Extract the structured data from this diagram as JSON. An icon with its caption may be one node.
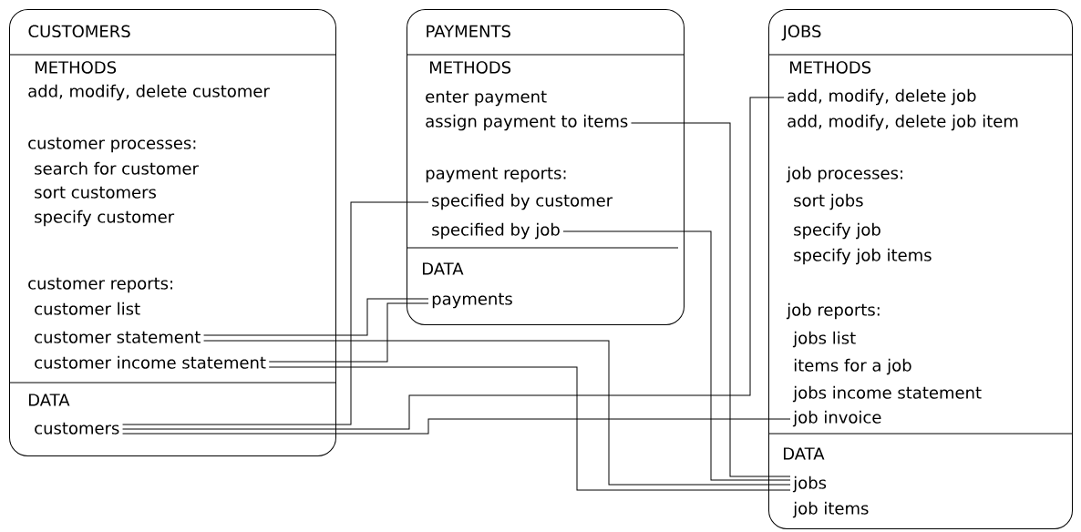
{
  "diagram": {
    "nodes": [
      {
        "text": [
          "CUSTOMERS"
        ]
      },
      {
        "text": [
          "METHODS"
        ],
        "in": 0
      },
      {
        "text": [
          "add, modify, delete customer"
        ],
        "in": 0
      },
      {
        "text": [
          "customer processes:"
        ],
        "in": 0
      },
      {
        "text": [
          "search for customer"
        ],
        "in": 0
      },
      {
        "text": [
          "sort customers"
        ],
        "in": 0
      },
      {
        "text": [
          "specify customer"
        ],
        "in": 0
      },
      {
        "text": [
          "customer reports:"
        ],
        "in": 0
      },
      {
        "text": [
          "customer list"
        ],
        "in": 0
      },
      {
        "text": [
          "customer statement"
        ],
        "in": 0
      },
      {
        "text": [
          "customer income statement"
        ],
        "in": 0
      },
      {
        "text": [
          "DATA"
        ],
        "in": 0
      },
      {
        "text": [
          "customers"
        ],
        "in": 0
      },
      {
        "text": [
          "PAYMENTS"
        ]
      },
      {
        "text": [
          "METHODS"
        ],
        "in": 13
      },
      {
        "text": [
          "enter payment"
        ],
        "in": 13
      },
      {
        "text": [
          "assign payment to items"
        ],
        "in": 13
      },
      {
        "text": [
          "payment reports:"
        ],
        "in": 13
      },
      {
        "text": [
          "specified by customer"
        ],
        "in": 13
      },
      {
        "text": [
          "specified by job"
        ],
        "in": 13
      },
      {
        "text": [
          "DATA"
        ],
        "in": 13
      },
      {
        "text": [
          "payments"
        ],
        "in": 13
      },
      {
        "text": [
          "JOBS"
        ]
      },
      {
        "text": [
          "METHODS"
        ],
        "in": 22
      },
      {
        "text": [
          "add, modify, delete job"
        ],
        "in": 22
      },
      {
        "text": [
          "add, modify, delete job item"
        ],
        "in": 22
      },
      {
        "text": [
          "job processes:"
        ],
        "in": 22
      },
      {
        "text": [
          "sort jobs"
        ],
        "in": 22
      },
      {
        "text": [
          "specify job"
        ],
        "in": 22
      },
      {
        "text": [
          "specify job items"
        ],
        "in": 22
      },
      {
        "text": [
          "job reports:"
        ],
        "in": 22
      },
      {
        "text": [
          "jobs list"
        ],
        "in": 22
      },
      {
        "text": [
          "items for a job"
        ],
        "in": 22
      },
      {
        "text": [
          "jobs income statement"
        ],
        "in": 22
      },
      {
        "text": [
          "job invoice"
        ],
        "in": 22
      },
      {
        "text": [
          "DATA"
        ],
        "in": 22
      },
      {
        "text": [
          "jobs"
        ],
        "in": 22
      },
      {
        "text": [
          "job items"
        ],
        "in": 22
      }
    ],
    "edges": [
      {
        "from": 18,
        "to": 12,
        "arrow": "none"
      },
      {
        "from": 21,
        "to": 9,
        "arrow": "none"
      },
      {
        "from": 21,
        "to": 10,
        "arrow": "none"
      },
      {
        "from": 9,
        "to": 36,
        "arrow": "none"
      },
      {
        "from": 10,
        "to": 36,
        "arrow": "none"
      },
      {
        "from": 12,
        "to": 24,
        "arrow": "none"
      },
      {
        "from": 12,
        "to": 34,
        "arrow": "none"
      },
      {
        "from": 16,
        "to": 36,
        "arrow": "none"
      },
      {
        "from": 19,
        "to": 36,
        "arrow": "none"
      }
    ]
  }
}
